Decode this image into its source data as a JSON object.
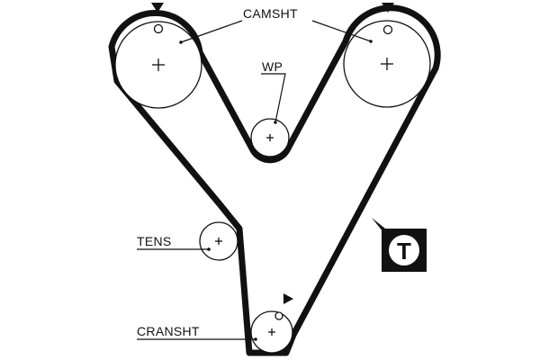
{
  "labels": {
    "camshaft": "CAMSHT",
    "water_pump": "WP",
    "tensioner": "TENS",
    "crankshaft": "CRANSHT"
  },
  "badge": {
    "letter": "T"
  },
  "colors": {
    "line": "#111111",
    "background": "#ffffff"
  },
  "icons": {
    "timing_mark": "triangle-marker-icon",
    "center_mark": "plus-icon",
    "badge": "tensioner-badge-icon"
  }
}
